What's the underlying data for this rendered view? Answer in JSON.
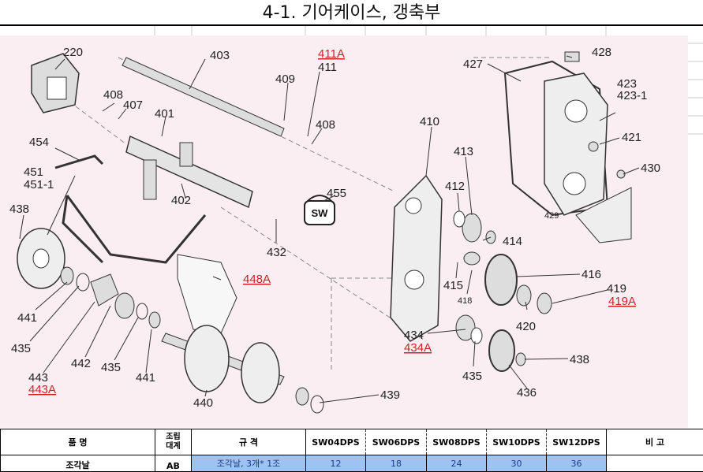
{
  "page": {
    "title": "4-1. 기어케이스, 갱축부"
  },
  "diagram": {
    "labels": {
      "220": "220",
      "403": "403",
      "411A": "411A",
      "411": "411",
      "428": "428",
      "427": "427",
      "423": "423",
      "423_1": "423-1",
      "408a": "408",
      "407": "407",
      "401": "401",
      "409": "409",
      "408b": "408",
      "410": "410",
      "421": "421",
      "454": "454",
      "413": "413",
      "430": "430",
      "451": "451",
      "451_1": "451-1",
      "455": "455",
      "412": "412",
      "438a": "438",
      "402": "402",
      "429": "429",
      "414": "414",
      "432": "432",
      "448A": "448A",
      "416": "416",
      "415": "415",
      "419": "419",
      "419A": "419A",
      "418": "418",
      "441a": "441",
      "420": "420",
      "435a": "435",
      "434": "434",
      "434A": "434A",
      "442": "442",
      "435b": "435",
      "443": "443",
      "443A": "443A",
      "441b": "441",
      "438b": "438",
      "435c": "435",
      "439": "439",
      "440": "440",
      "436": "436"
    },
    "badge": "SW"
  },
  "table": {
    "headers": {
      "part_name": "품  명",
      "assembly_qty": "조립\n대계",
      "spec": "규  격",
      "models": [
        "SW04DPS",
        "SW06DPS",
        "SW08DPS",
        "SW10DPS",
        "SW12DPS"
      ],
      "remarks": "비  고"
    },
    "rows": [
      {
        "part_name": "조각날",
        "assembly_qty": "AB",
        "spec": "조각날, 3개* 1조",
        "values": [
          "12",
          "18",
          "24",
          "30",
          "36"
        ],
        "remarks": ""
      }
    ]
  }
}
